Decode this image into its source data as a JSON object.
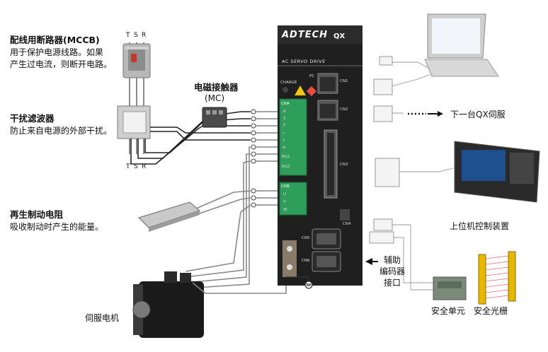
{
  "mccb": {
    "title": "配线用断路器(MCCB)",
    "desc_line1": "用于保护电源线路。如果",
    "desc_line2": "产生过电流，则断开电路。"
  },
  "filter": {
    "title": "干扰滤波器",
    "desc": "防止来自电源的外部干扰。"
  },
  "mc": {
    "title": "电磁接触器",
    "abbr": "(MC)"
  },
  "resistor": {
    "title": "再生制动电阻",
    "desc": "吸收制动时产生的能量。"
  },
  "motor": {
    "label": "伺服电机"
  },
  "phases_top": [
    "T",
    "S",
    "R"
  ],
  "phases_bottom": [
    "T",
    "S",
    "R"
  ],
  "drive": {
    "brand": "ADTECH",
    "model": "QX",
    "subtitle": "AC SERVO DRIVE",
    "charge": "CHARGE",
    "pc": "PC",
    "cna_title": "CNA",
    "cna_pins": [
      "R",
      "S",
      "T",
      "r",
      "t",
      "⊖",
      "RG1",
      "RG2"
    ],
    "cnb_title": "CNB",
    "cnb_pins": [
      "U",
      "V",
      "W"
    ],
    "cn_labels": [
      "CN1",
      "CN2",
      "CN3",
      "CN4",
      "CN5",
      "CN6"
    ]
  },
  "next_servo": "下一台QX伺服",
  "host": "上位机控制装置",
  "aux_encoder_line1": "辅助",
  "aux_encoder_line2": "编码器",
  "aux_encoder_line3": "接口",
  "safety_unit": "安全单元",
  "light_curtain": "安全光栅",
  "colors": {
    "drive_body": "#1f1f1f",
    "terminal_green": "#2f9e5a",
    "wire": "#222222",
    "wire_gray": "#7d7d7d",
    "arrow": "#111111"
  }
}
